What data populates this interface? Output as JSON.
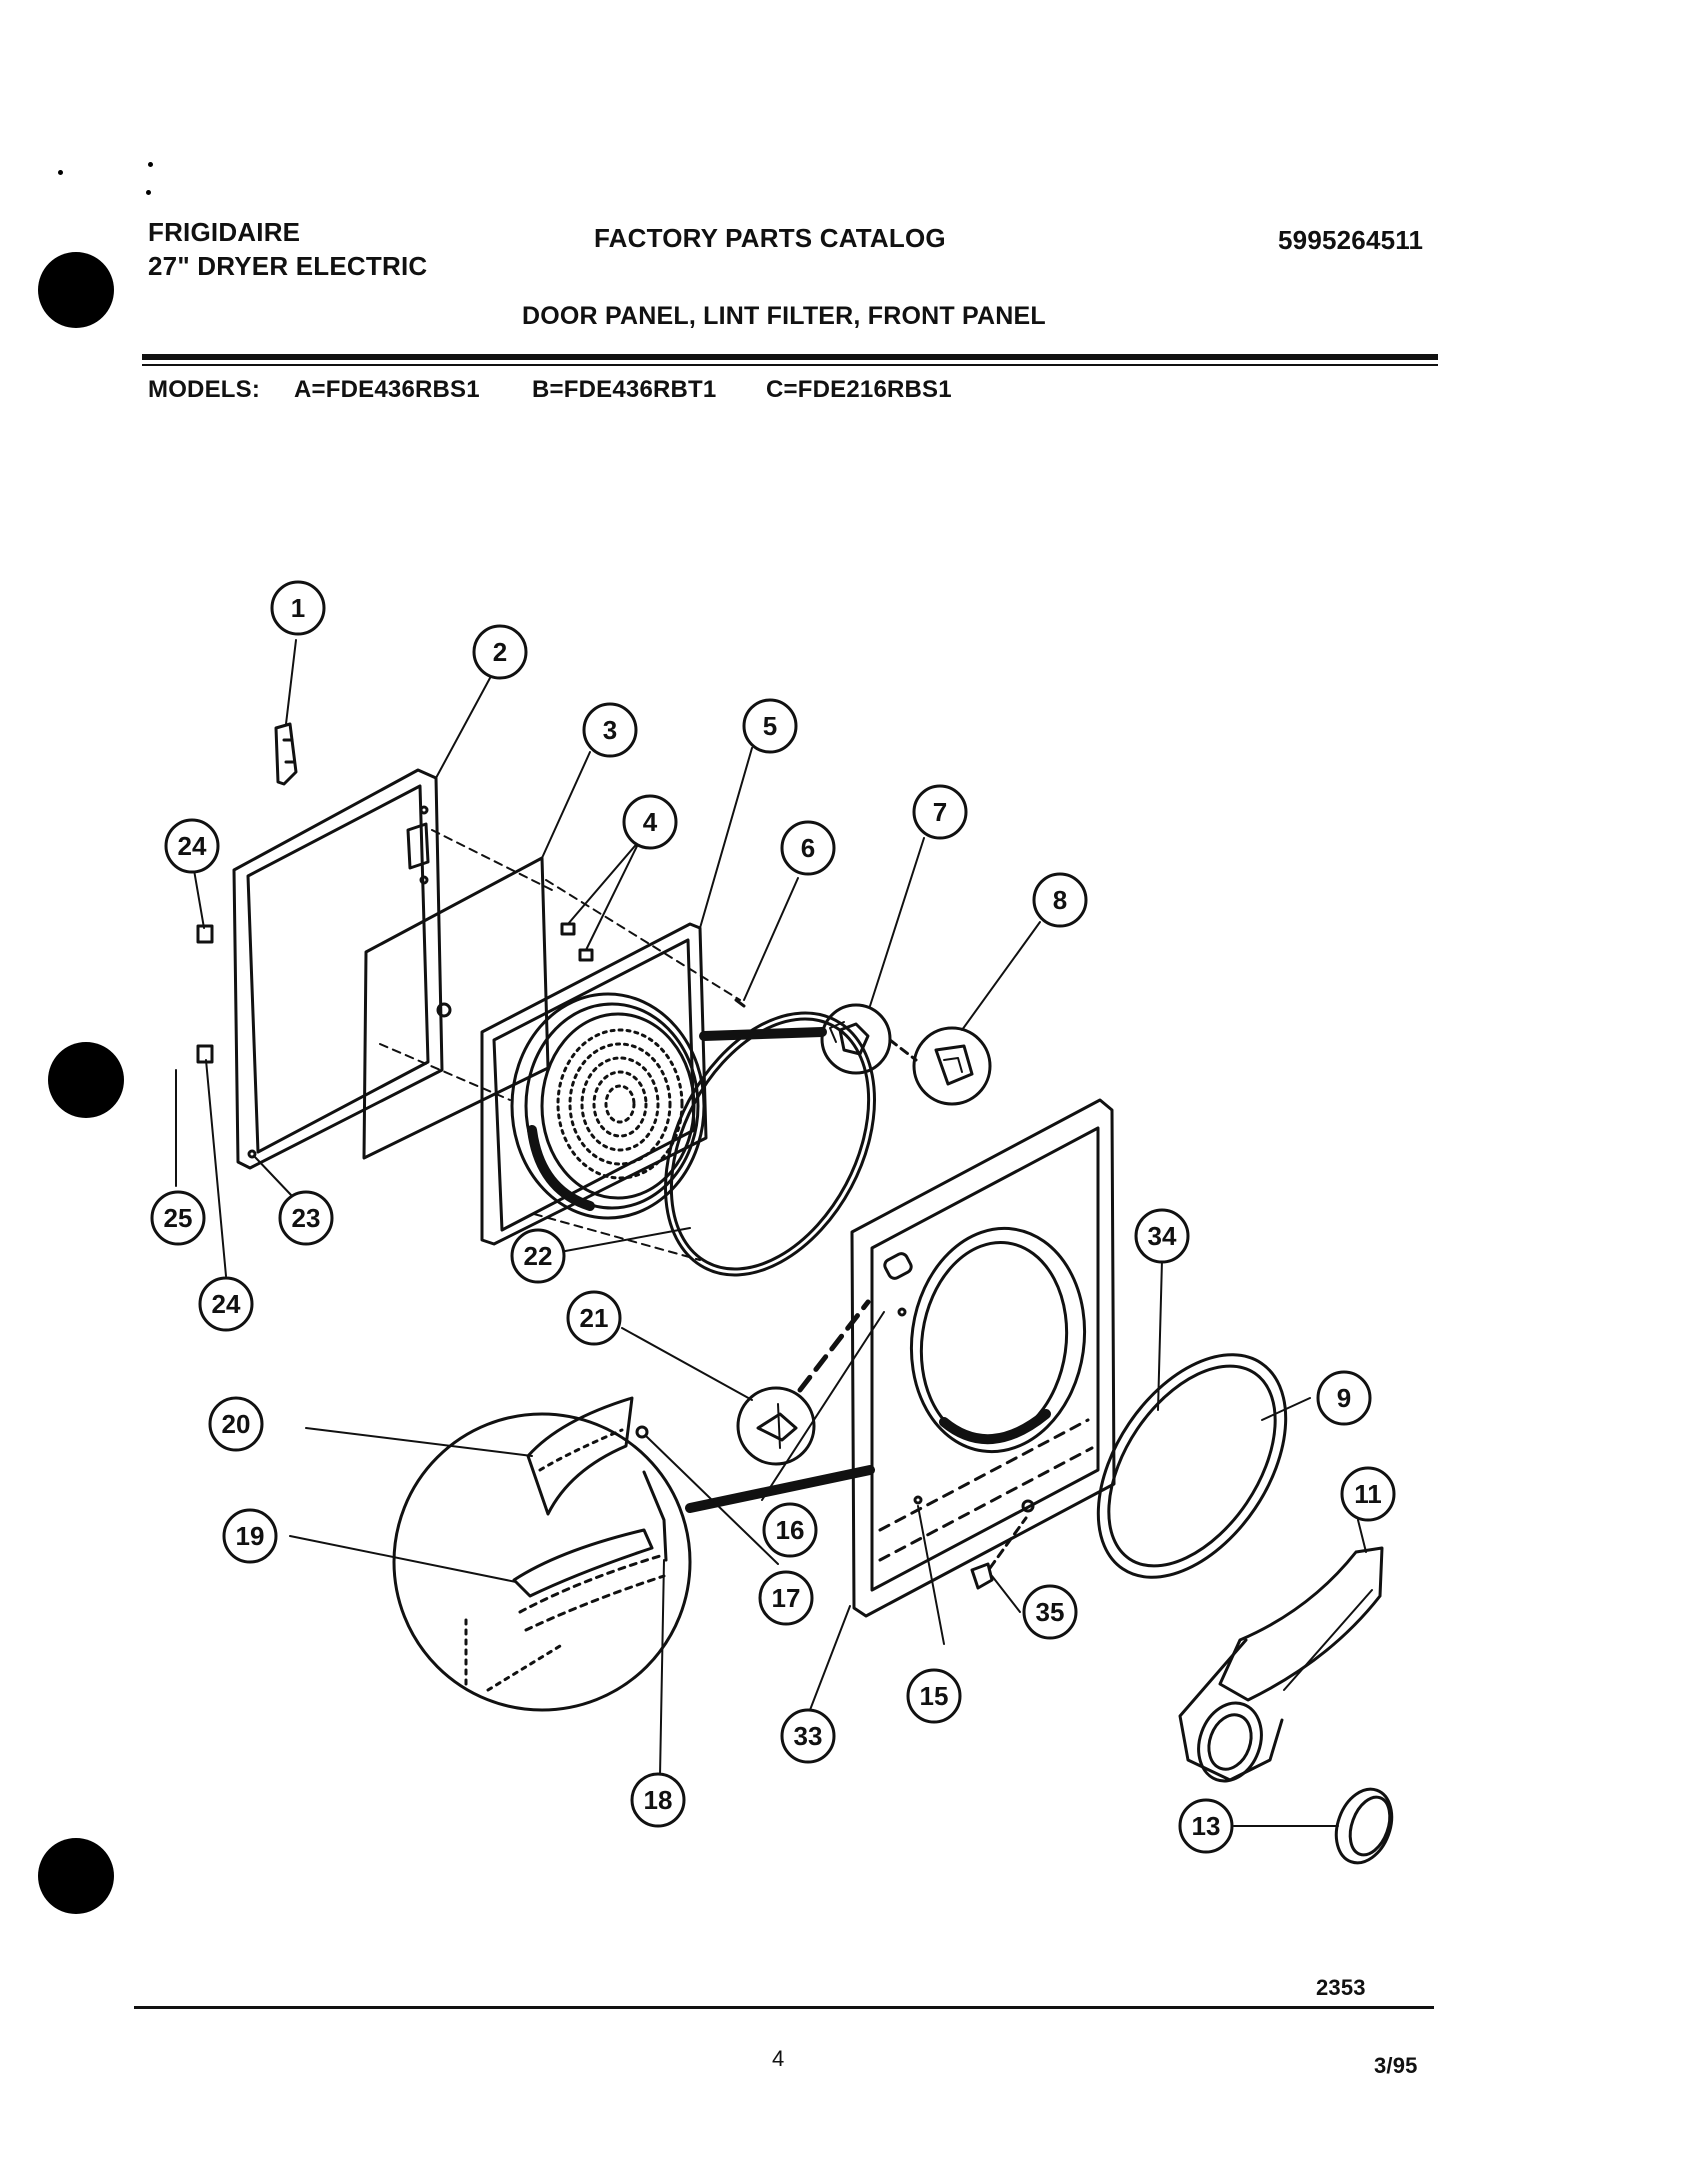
{
  "header": {
    "brand": "FRIGIDAIRE",
    "product": "27\" DRYER ELECTRIC",
    "catalog": "FACTORY PARTS CATALOG",
    "part_number": "5995264511",
    "section": "DOOR PANEL, LINT FILTER, FRONT PANEL",
    "models_label": "MODELS:",
    "model_a": "A=FDE436RBS1",
    "model_b": "B=FDE436RBT1",
    "model_c": "C=FDE216RBS1"
  },
  "diagram": {
    "callouts": [
      {
        "label": "1"
      },
      {
        "label": "2"
      },
      {
        "label": "3"
      },
      {
        "label": "4"
      },
      {
        "label": "5"
      },
      {
        "label": "6"
      },
      {
        "label": "7"
      },
      {
        "label": "8"
      },
      {
        "label": "24"
      },
      {
        "label": "24"
      },
      {
        "label": "25"
      },
      {
        "label": "23"
      },
      {
        "label": "22"
      },
      {
        "label": "21"
      },
      {
        "label": "34"
      },
      {
        "label": "9"
      },
      {
        "label": "11"
      },
      {
        "label": "20"
      },
      {
        "label": "19"
      },
      {
        "label": "16"
      },
      {
        "label": "17"
      },
      {
        "label": "35"
      },
      {
        "label": "15"
      },
      {
        "label": "33"
      },
      {
        "label": "18"
      },
      {
        "label": "13"
      }
    ]
  },
  "footer": {
    "drawing_number": "2353",
    "page_number": "4",
    "date": "3/95"
  }
}
